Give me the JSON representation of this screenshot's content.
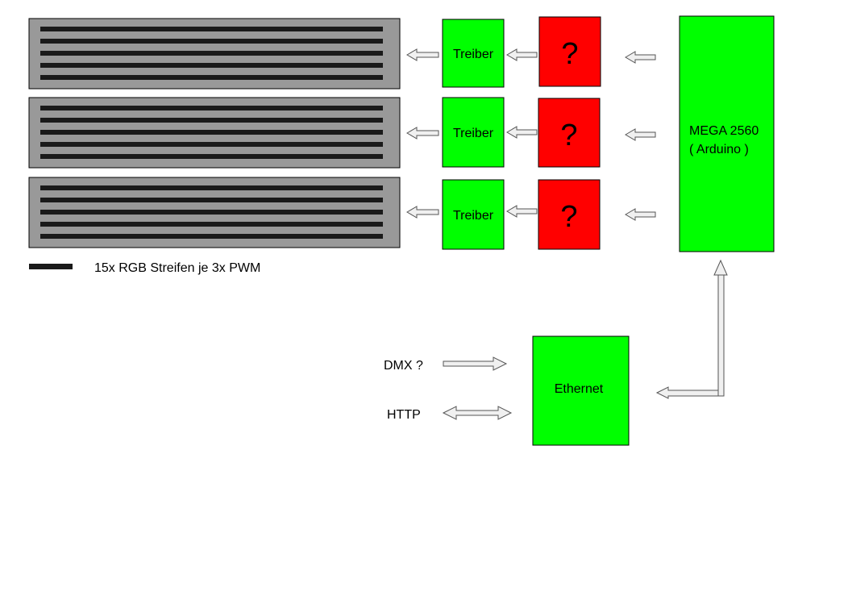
{
  "panels": [
    {
      "driver_label": "Treiber",
      "unknown_label": "?"
    },
    {
      "driver_label": "Treiber",
      "unknown_label": "?"
    },
    {
      "driver_label": "Treiber",
      "unknown_label": "?"
    }
  ],
  "controller": {
    "line1": "MEGA 2560",
    "line2": "( Arduino )"
  },
  "ethernet": {
    "label": "Ethernet"
  },
  "inputs": {
    "dmx": "DMX ?",
    "http": "HTTP"
  },
  "legend": {
    "text": "15x RGB Streifen je 3x PWM"
  },
  "colors": {
    "panel_fill": "#999999",
    "strip": "#1a1a1a",
    "driver": "#00ff00",
    "unknown": "#ff0000",
    "controller": "#00ff00",
    "ethernet": "#00ff00",
    "arrow_fill": "#f0f0f0"
  }
}
